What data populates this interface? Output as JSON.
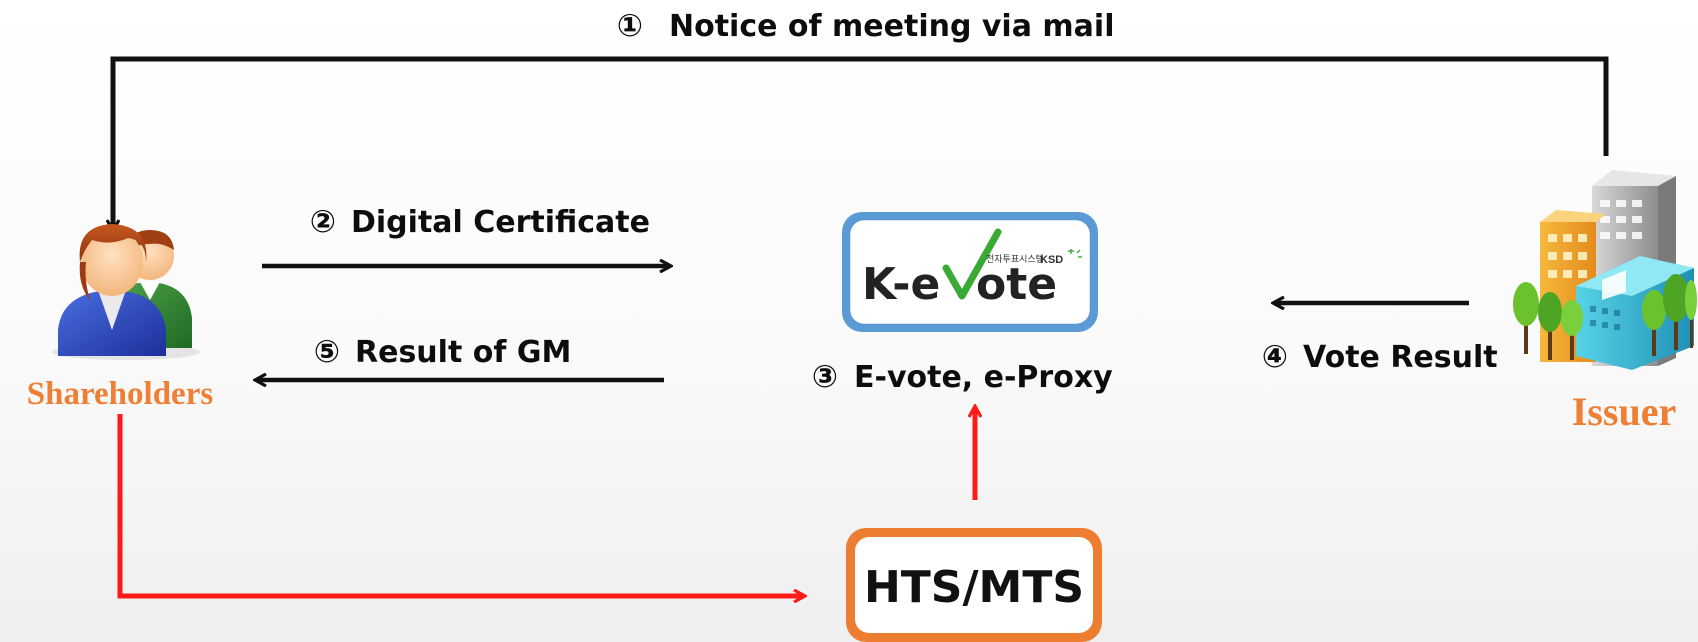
{
  "steps": {
    "notice": {
      "num": "①",
      "text": "Notice of meeting via mail"
    },
    "certificate": {
      "num": "②",
      "text": "Digital Certificate"
    },
    "evote": {
      "num": "③",
      "text": "E-vote, e-Proxy"
    },
    "vote_result": {
      "num": "④",
      "text": "Vote Result"
    },
    "result_gm": {
      "num": "⑤",
      "text": "Result of GM"
    }
  },
  "parties": {
    "shareholders": "Shareholders",
    "issuer": "Issuer"
  },
  "kevote_logo": {
    "main": "K-e",
    "v": "V",
    "tail": "ote",
    "sub": "전자투표시스템",
    "ksd": "KSD"
  },
  "hts": {
    "label": "HTS/MTS"
  },
  "colors": {
    "flow_black": "#111111",
    "flow_red": "#ff1a1a",
    "party_orange": "#ee7f35",
    "kevote_frame": "#5b9bd5",
    "hts_frame": "#ed7d31",
    "check_green": "#3aaa35"
  }
}
